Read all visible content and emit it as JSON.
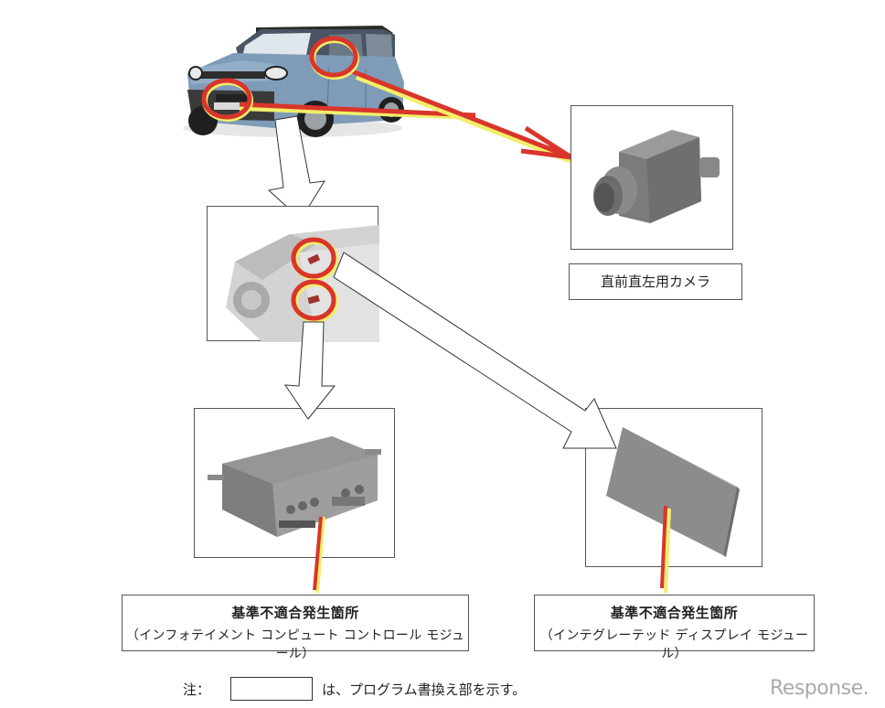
{
  "diagram": {
    "nodes": {
      "vehicle_photo": {
        "label": "vehicle-exterior",
        "highlight_count": 2
      },
      "vehicle_interior": {
        "label": "vehicle-interior-module-locations",
        "highlight_count": 2
      },
      "camera": {
        "caption": "直前直左用カメラ"
      },
      "icc_module": {
        "title": "基準不適合発生箇所",
        "subtitle": "（インフォテイメント コンピュート コントロール モジュール）"
      },
      "display_module": {
        "title": "基準不適合発生箇所",
        "subtitle": "（インテグレーテッド ディスプレイ モジュール）"
      }
    },
    "edges": [
      {
        "from": "vehicle_photo",
        "to": "camera",
        "style": "red-yellow-line"
      },
      {
        "from": "vehicle_photo",
        "to": "vehicle_interior",
        "style": "hollow-arrow"
      },
      {
        "from": "vehicle_interior",
        "to": "icc_module",
        "style": "hollow-arrow"
      },
      {
        "from": "vehicle_interior",
        "to": "display_module",
        "style": "hollow-arrow"
      }
    ]
  },
  "note": {
    "prefix": "注：",
    "text": "は、プログラム書換え部を示す。"
  },
  "watermark": "Response.",
  "colors": {
    "highlight_red": "#d9352a",
    "highlight_yellow": "#f2ee6a",
    "car_blue": "#7f9bb8",
    "part_gray": "#8a8a8a",
    "frame": "#555555"
  }
}
